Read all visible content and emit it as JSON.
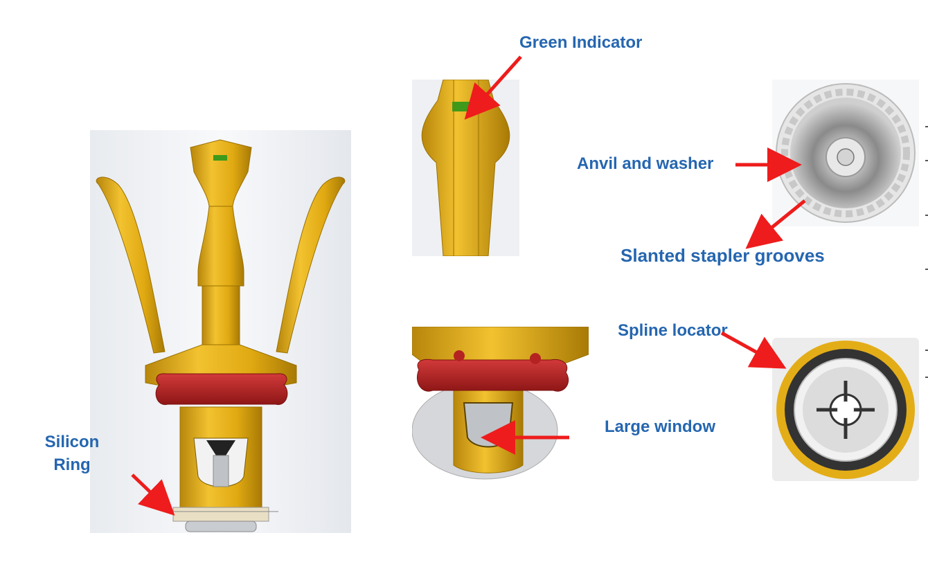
{
  "labels": {
    "green_indicator": "Green Indicator",
    "anvil_and_washer": "Anvil and washer",
    "slanted_stapler_grooves": "Slanted stapler grooves",
    "spline_locator": "Spline locator",
    "large_window": "Large window",
    "silicon_ring_line1": "Silicon",
    "silicon_ring_line2": "Ring"
  },
  "colors": {
    "label_text": "#2566b0",
    "arrow": "#ee1c1c",
    "gold": "#e3ad18",
    "red_handle": "#b81f1f",
    "green_indicator": "#3d9a1a"
  },
  "icons": {
    "arrow": "red-arrow-icon"
  }
}
